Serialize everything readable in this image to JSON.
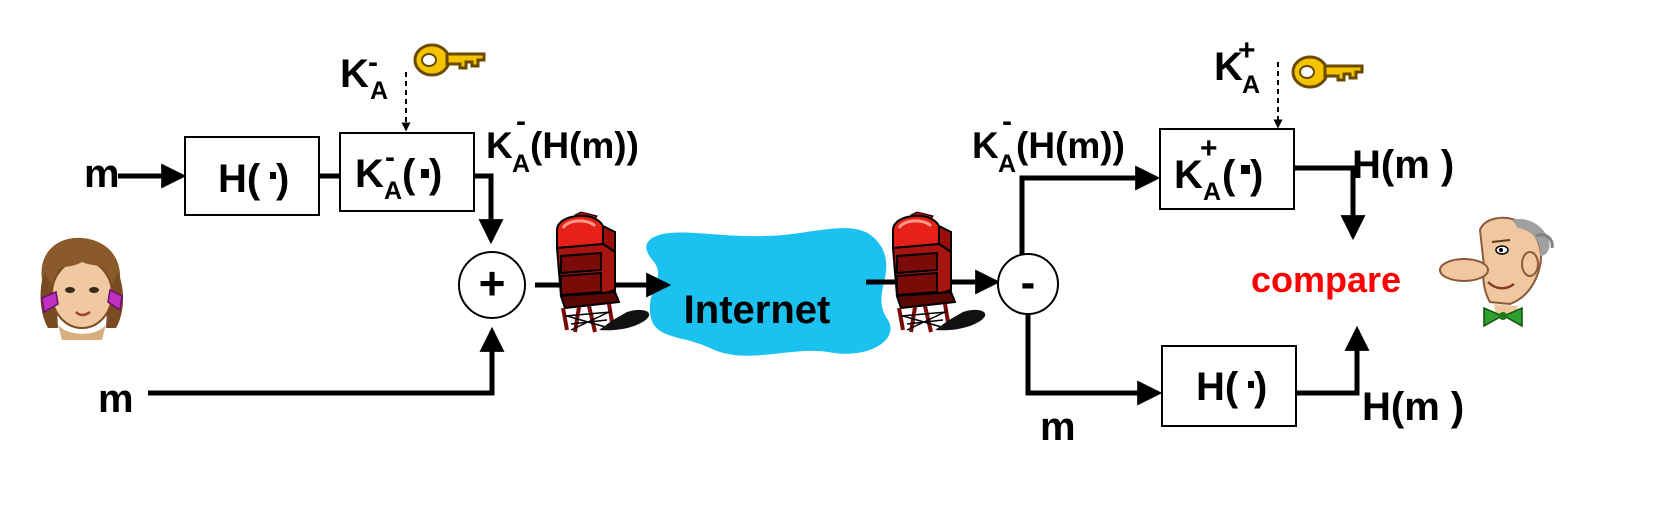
{
  "sender": {
    "key_label": {
      "base": "K",
      "sup": "-",
      "sub": "A"
    },
    "m_top": "m",
    "m_bottom": "m",
    "hash_box": {
      "text": "H(",
      "close": ")"
    },
    "sign_box": {
      "base": "K",
      "sup": "-",
      "sub": "A",
      "open": "(",
      "close": ")"
    },
    "signed_label": {
      "base": "K",
      "sup": "-",
      "sub": "A",
      "rest": "(H(m))"
    },
    "plus_symbol": "+"
  },
  "network": {
    "cloud_label": "Internet",
    "cloud_color": "#1bc2ef"
  },
  "receiver": {
    "key_label": {
      "base": "K",
      "sup": "+",
      "sub": "A"
    },
    "signed_label": {
      "base": "K",
      "sup": "-",
      "sub": "A",
      "rest": "(H(m))"
    },
    "minus_symbol": "-",
    "verify_box": {
      "base": "K",
      "sup": "+",
      "sub": "A",
      "open": "(",
      "close": ")"
    },
    "hash_box": {
      "text": "H(",
      "close": ")"
    },
    "hm_top": "H(m )",
    "hm_bottom": "H(m )",
    "m_label": "m",
    "compare_label": "compare",
    "compare_color": "#ff0000"
  },
  "icons": {
    "alice": "alice-cartoon-icon",
    "bob": "bob-cartoon-icon",
    "private_key": "key-icon",
    "public_key": "key-icon",
    "mailbox": "mailbox-icon"
  }
}
